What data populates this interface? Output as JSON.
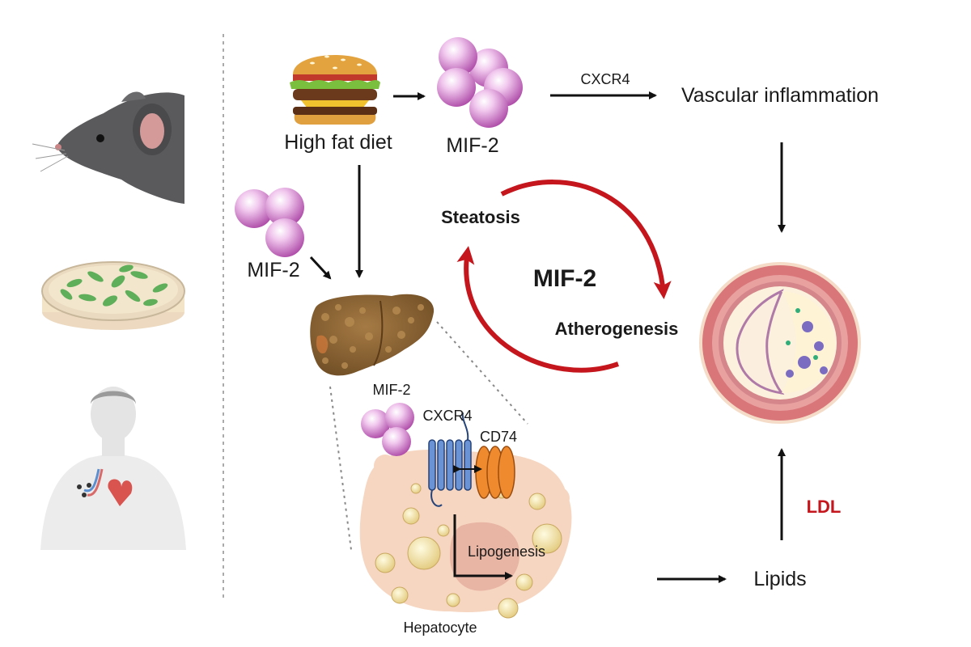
{
  "labels": {
    "high_fat_diet": "High fat diet",
    "mif2_top": "MIF-2",
    "cxcr4_arrow": "CXCR4",
    "vascular_inflammation": "Vascular inflammation",
    "mif2_left": "MIF-2",
    "steatosis": "Steatosis",
    "mif2_center": "MIF-2",
    "atherogenesis": "Atherogenesis",
    "mif2_cell": "MIF-2",
    "cxcr4_cell": "CXCR4",
    "cd74": "CD74",
    "lipogenesis": "Lipogenesis",
    "hepatocyte": "Hepatocyte",
    "lipids": "Lipids",
    "ldl": "LDL"
  },
  "colors": {
    "accent_red": "#c4161c",
    "mif_purple": "#c977c6",
    "cell_peach": "#f6d6c0",
    "liver_brown": "#8a6434",
    "vessel_red": "#d9767a"
  },
  "icons": {
    "model_mouse": "mouse-icon",
    "model_cells": "petri-dish-icon",
    "model_human": "human-heart-icon"
  }
}
